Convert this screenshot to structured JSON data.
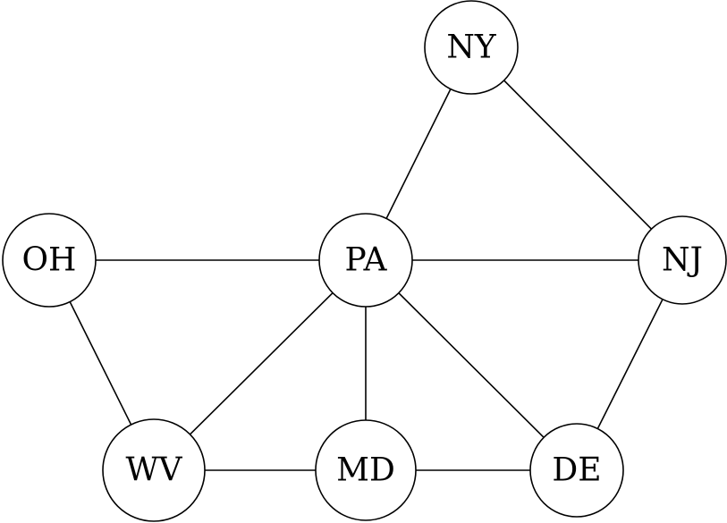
{
  "nodes": [
    {
      "id": "NY",
      "label": "NY"
    },
    {
      "id": "OH",
      "label": "OH"
    },
    {
      "id": "PA",
      "label": "PA"
    },
    {
      "id": "NJ",
      "label": "NJ"
    },
    {
      "id": "WV",
      "label": "WV"
    },
    {
      "id": "MD",
      "label": "MD"
    },
    {
      "id": "DE",
      "label": "DE"
    }
  ],
  "edges": [
    [
      "NY",
      "PA"
    ],
    [
      "NY",
      "NJ"
    ],
    [
      "OH",
      "PA"
    ],
    [
      "PA",
      "NJ"
    ],
    [
      "OH",
      "WV"
    ],
    [
      "PA",
      "WV"
    ],
    [
      "PA",
      "MD"
    ],
    [
      "PA",
      "DE"
    ],
    [
      "NJ",
      "DE"
    ],
    [
      "WV",
      "MD"
    ],
    [
      "MD",
      "DE"
    ]
  ],
  "colors": {
    "stroke": "#000000",
    "node_fill": "#ffffff",
    "background": "#ffffff"
  }
}
